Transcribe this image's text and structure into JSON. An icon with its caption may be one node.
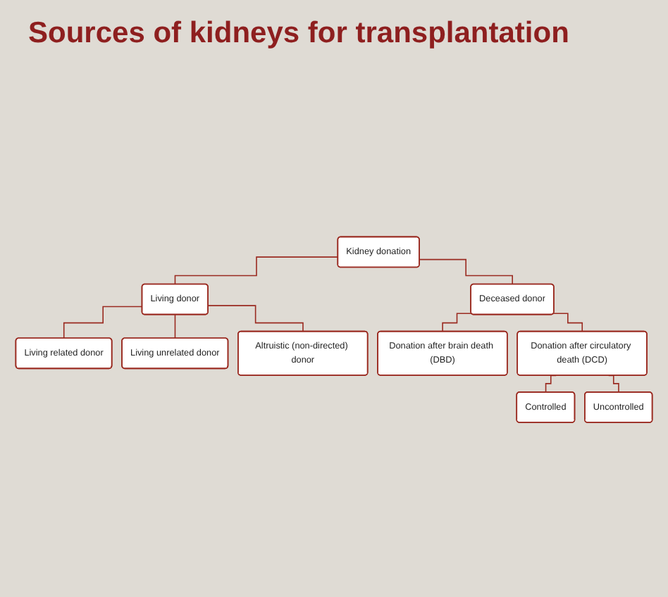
{
  "diagram": {
    "title": "Sources of kidneys for transplantation",
    "nodes": [
      {
        "text": [
          "Kidney donation"
        ]
      },
      {
        "text": [
          "Living donor"
        ]
      },
      {
        "text": [
          "Deceased donor"
        ]
      },
      {
        "text": [
          "Living related donor"
        ]
      },
      {
        "text": [
          "Living unrelated donor"
        ]
      },
      {
        "text": [
          "Altruistic (non-directed) donor"
        ]
      },
      {
        "text": [
          "Donation after brain death (DBD)"
        ]
      },
      {
        "text": [
          "Donation after circulatory death (DCD)"
        ]
      },
      {
        "text": [
          "Controlled"
        ]
      },
      {
        "text": [
          "Uncontrolled"
        ]
      }
    ],
    "edges": [
      {
        "from": 0,
        "to": 1,
        "arrow": "none"
      },
      {
        "from": 0,
        "to": 2,
        "arrow": "none"
      },
      {
        "from": 1,
        "to": 3,
        "arrow": "none"
      },
      {
        "from": 1,
        "to": 4,
        "arrow": "none"
      },
      {
        "from": 1,
        "to": 5,
        "arrow": "none"
      },
      {
        "from": 2,
        "to": 6,
        "arrow": "none"
      },
      {
        "from": 2,
        "to": 7,
        "arrow": "none"
      },
      {
        "from": 7,
        "to": 8,
        "arrow": "none"
      },
      {
        "from": 7,
        "to": 9,
        "arrow": "none"
      }
    ]
  }
}
